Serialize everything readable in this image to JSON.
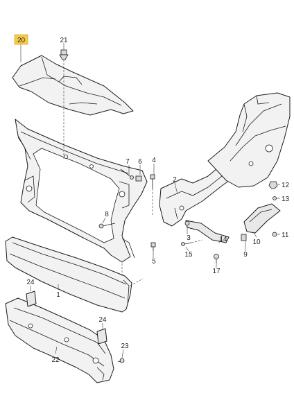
{
  "diagram": {
    "highlight_color": "#f7c948",
    "callouts": {
      "p20": "20",
      "p21": "21",
      "p7": "7",
      "p6": "6",
      "p4": "4",
      "p2": "2",
      "p8": "8",
      "p3": "3",
      "p5": "5",
      "p14": "14",
      "p15": "15",
      "p17": "17",
      "p9": "9",
      "p10": "10",
      "p11": "11",
      "p12": "12",
      "p13": "13",
      "p1": "1",
      "p24a": "24",
      "p24b": "24",
      "p22": "22",
      "p23": "23"
    }
  }
}
